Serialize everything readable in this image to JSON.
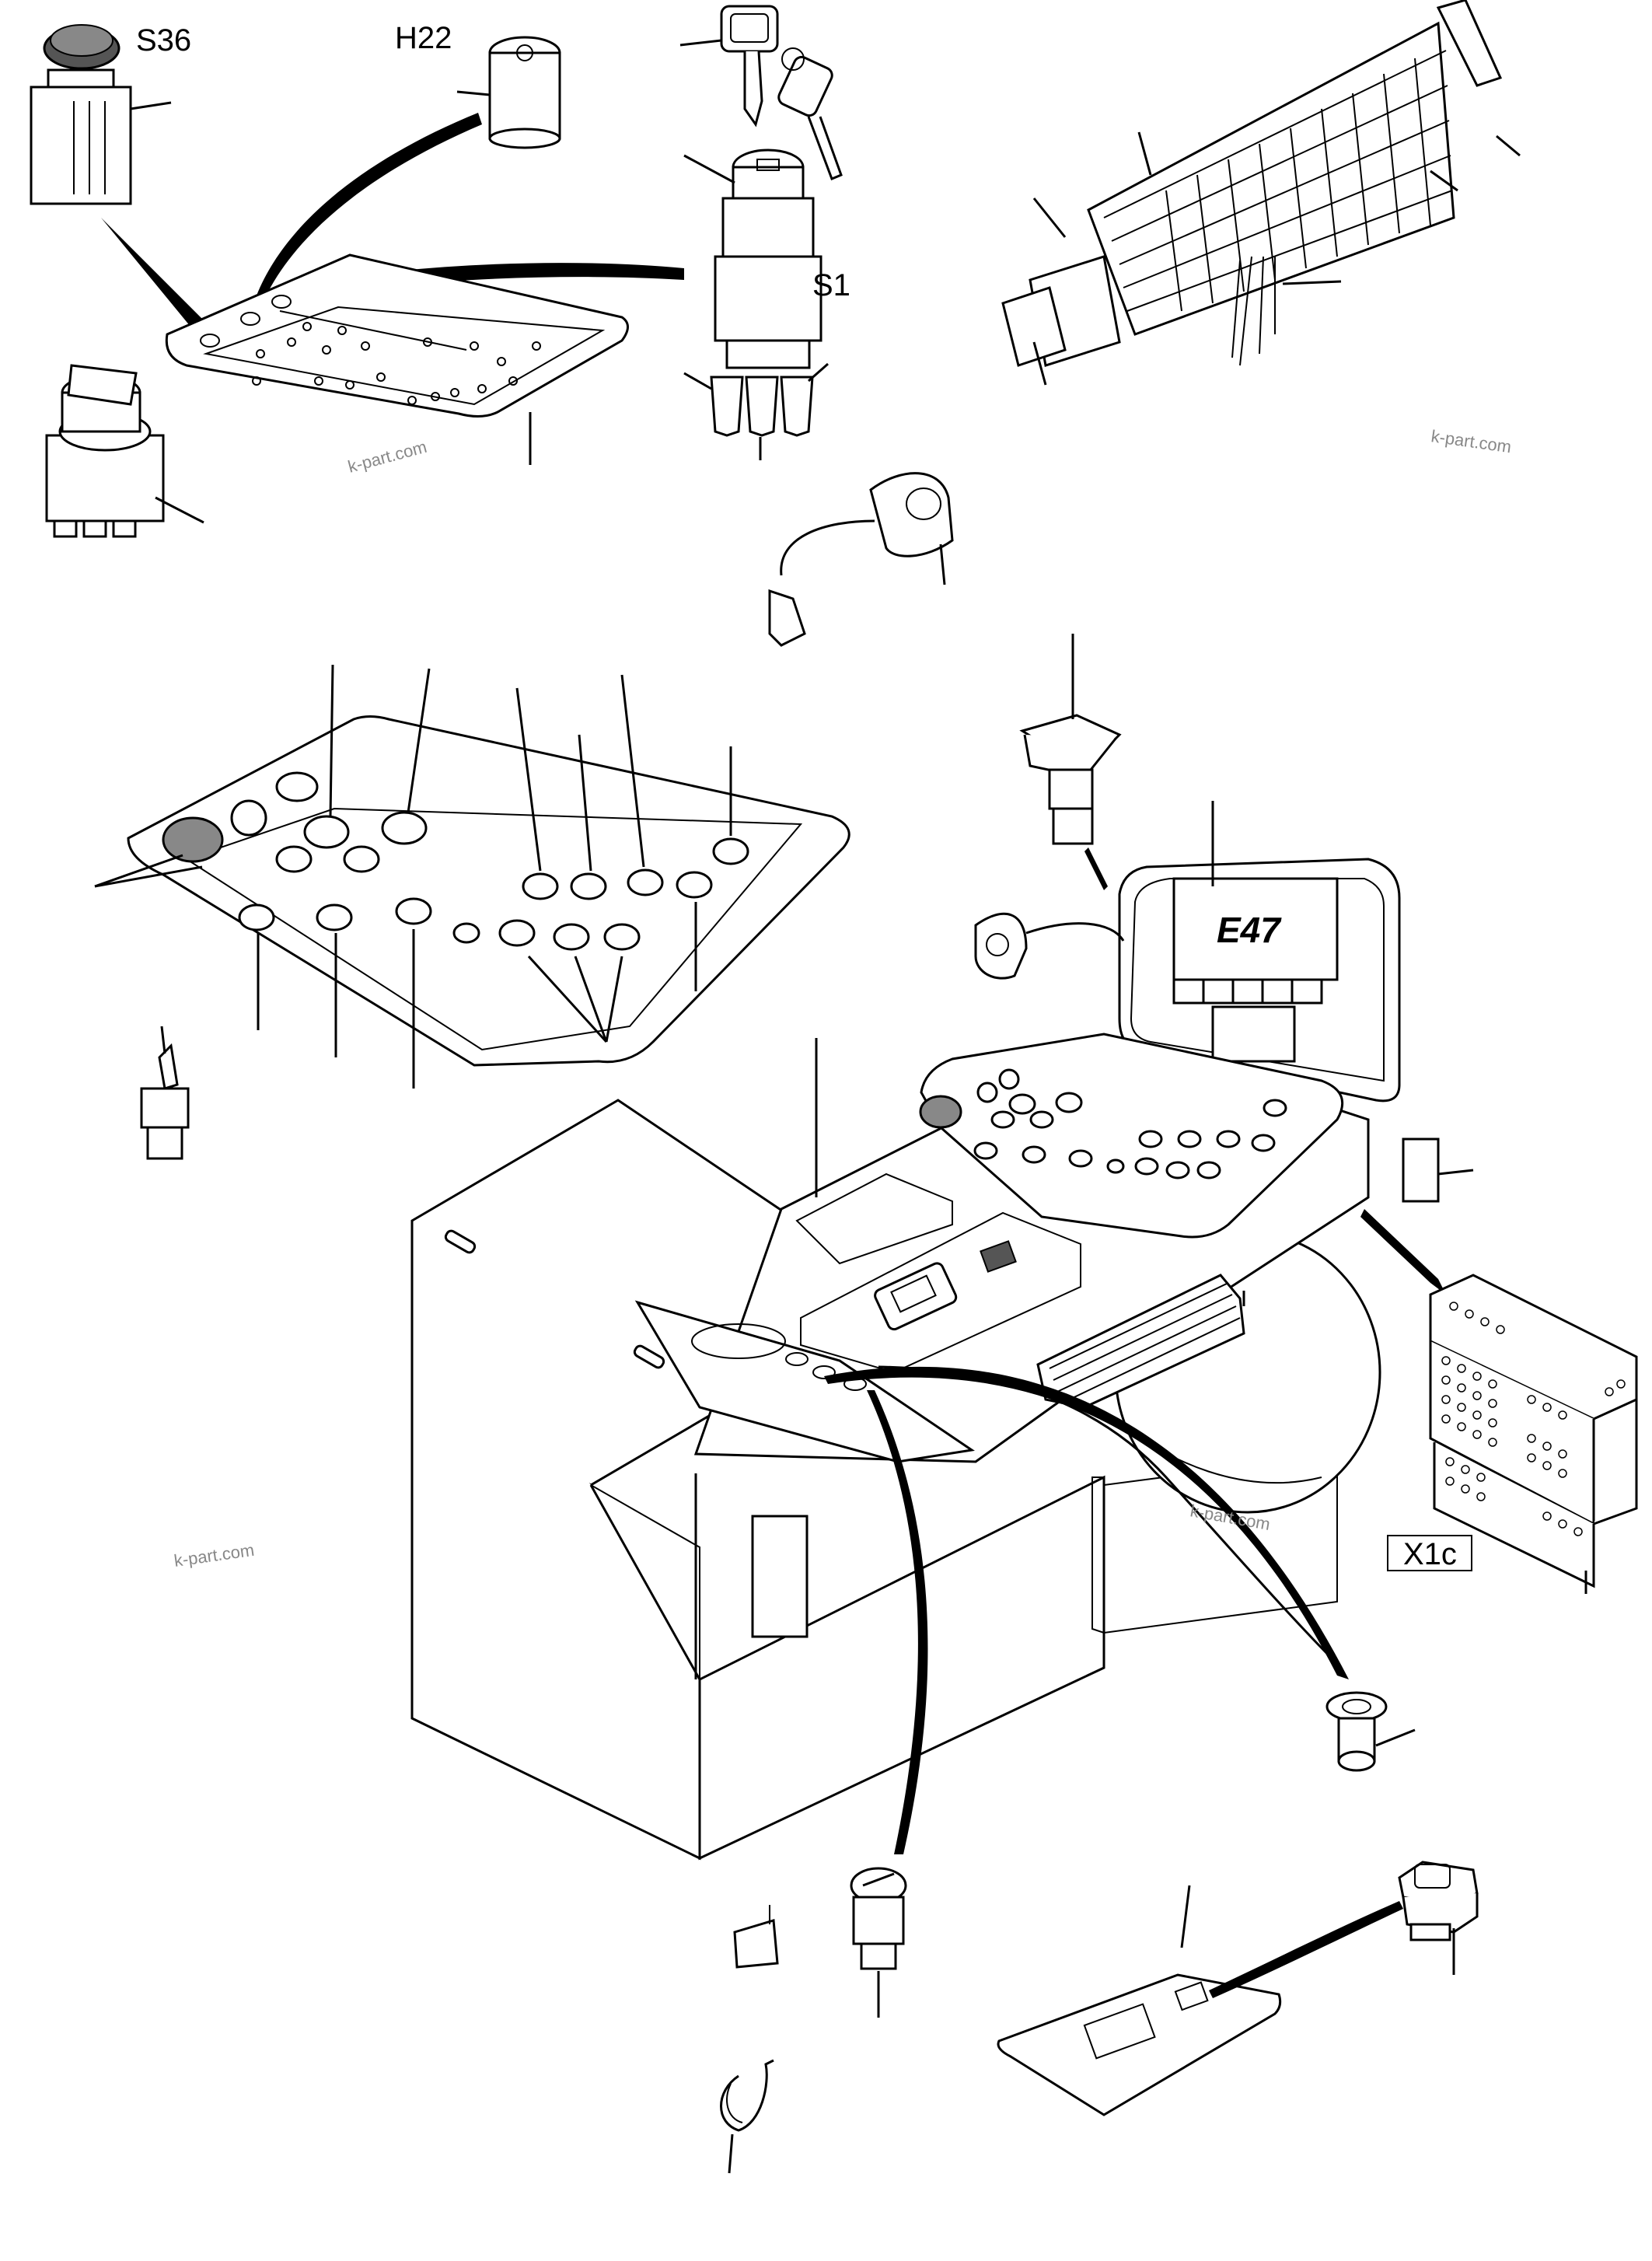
{
  "labels": {
    "s36": "S36",
    "h22": "H22",
    "s1": "S1",
    "e47": "E47",
    "x1c": "X1c"
  },
  "watermark": "k-part.com"
}
